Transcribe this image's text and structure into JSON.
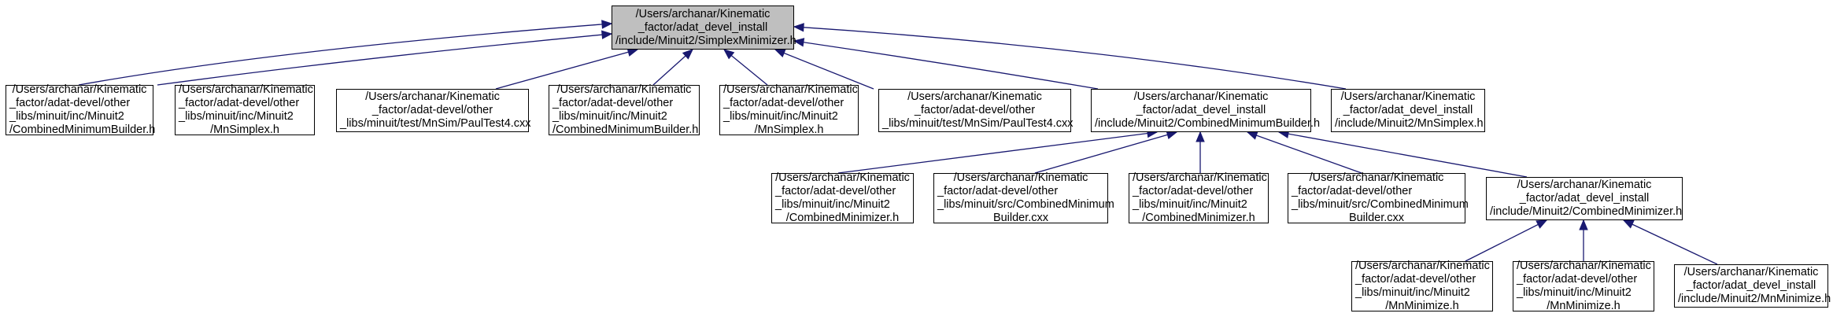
{
  "root": {
    "lines": [
      "/Users/archanar/Kinematic",
      "_factor/adat_devel_install",
      "/include/Minuit2/SimplexMinimizer.h"
    ]
  },
  "level1": [
    {
      "lines": [
        "/Users/archanar/Kinematic",
        "_factor/adat-devel/other",
        "_libs/minuit/inc/Minuit2",
        "/CombinedMinimumBuilder.h"
      ]
    },
    {
      "lines": [
        "/Users/archanar/Kinematic",
        "_factor/adat-devel/other",
        "_libs/minuit/inc/Minuit2",
        "/MnSimplex.h"
      ]
    },
    {
      "lines": [
        "/Users/archanar/Kinematic",
        "_factor/adat-devel/other",
        "_libs/minuit/test/MnSim/PaulTest4.cxx"
      ]
    },
    {
      "lines": [
        "/Users/archanar/Kinematic",
        "_factor/adat-devel/other",
        "_libs/minuit/inc/Minuit2",
        "/CombinedMinimumBuilder.h"
      ]
    },
    {
      "lines": [
        "/Users/archanar/Kinematic",
        "_factor/adat-devel/other",
        "_libs/minuit/inc/Minuit2",
        "/MnSimplex.h"
      ]
    },
    {
      "lines": [
        "/Users/archanar/Kinematic",
        "_factor/adat-devel/other",
        "_libs/minuit/test/MnSim/PaulTest4.cxx"
      ]
    },
    {
      "lines": [
        "/Users/archanar/Kinematic",
        "_factor/adat_devel_install",
        "/include/Minuit2/CombinedMinimumBuilder.h"
      ]
    },
    {
      "lines": [
        "/Users/archanar/Kinematic",
        "_factor/adat_devel_install",
        "/include/Minuit2/MnSimplex.h"
      ]
    }
  ],
  "level2": [
    {
      "lines": [
        "/Users/archanar/Kinematic",
        "_factor/adat-devel/other",
        "_libs/minuit/inc/Minuit2",
        "/CombinedMinimizer.h"
      ]
    },
    {
      "lines": [
        "/Users/archanar/Kinematic",
        "_factor/adat-devel/other",
        "_libs/minuit/src/CombinedMinimum",
        "Builder.cxx"
      ]
    },
    {
      "lines": [
        "/Users/archanar/Kinematic",
        "_factor/adat-devel/other",
        "_libs/minuit/inc/Minuit2",
        "/CombinedMinimizer.h"
      ]
    },
    {
      "lines": [
        "/Users/archanar/Kinematic",
        "_factor/adat-devel/other",
        "_libs/minuit/src/CombinedMinimum",
        "Builder.cxx"
      ]
    },
    {
      "lines": [
        "/Users/archanar/Kinematic",
        "_factor/adat_devel_install",
        "/include/Minuit2/CombinedMinimizer.h"
      ]
    }
  ],
  "level3": [
    {
      "lines": [
        "/Users/archanar/Kinematic",
        "_factor/adat-devel/other",
        "_libs/minuit/inc/Minuit2",
        "/MnMinimize.h"
      ]
    },
    {
      "lines": [
        "/Users/archanar/Kinematic",
        "_factor/adat-devel/other",
        "_libs/minuit/inc/Minuit2",
        "/MnMinimize.h"
      ]
    },
    {
      "lines": [
        "/Users/archanar/Kinematic",
        "_factor/adat_devel_install",
        "/include/Minuit2/MnMinimize.h"
      ]
    }
  ],
  "colors": {
    "edge": "#191970",
    "root_fill": "#bfbfbf",
    "node_fill": "#ffffff",
    "node_border": "#000000"
  }
}
